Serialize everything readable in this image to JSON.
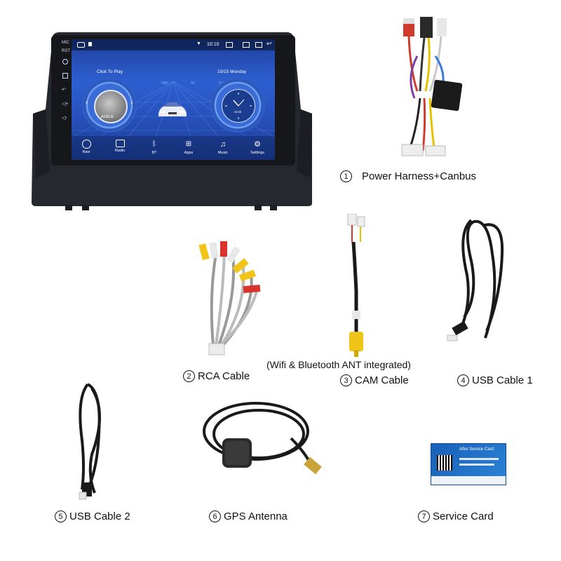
{
  "head_unit": {
    "status_time": "10:10",
    "status_left": [
      "MIC",
      "RST"
    ],
    "music_label": "Click To Play",
    "album_text": "ADELE",
    "date_label": "10/15 Monday",
    "clock_label": "clock",
    "dock": [
      {
        "label": "Navi",
        "icon": "navigation-icon"
      },
      {
        "label": "Radio",
        "icon": "radio-icon"
      },
      {
        "label": "BT",
        "icon": "bluetooth-icon"
      },
      {
        "label": "Apps",
        "icon": "apps-grid-icon"
      },
      {
        "label": "Music",
        "icon": "music-note-icon"
      },
      {
        "label": "Settings",
        "icon": "gear-icon"
      }
    ]
  },
  "items": [
    {
      "number": "1",
      "label": "Power Harness+Canbus"
    },
    {
      "number": "2",
      "label": "RCA Cable"
    },
    {
      "number": "3",
      "label": "CAM Cable"
    },
    {
      "number": "4",
      "label": "USB Cable 1"
    },
    {
      "number": "5",
      "label": "USB Cable 2"
    },
    {
      "number": "6",
      "label": "GPS Antenna"
    },
    {
      "number": "7",
      "label": "Service Card"
    }
  ],
  "cam_note": "(Wifi & Bluetooth ANT integrated)",
  "service_card": {
    "title": "After Service Card"
  },
  "colors": {
    "bezel": "#23262c",
    "screen_blue": "#2d5fd0",
    "cable_black": "#1a1a1a",
    "rca_yellow": "#f0c419",
    "rca_red": "#d8342c",
    "rca_white": "#e8e8e8",
    "card_blue": "#1f6fc4"
  }
}
